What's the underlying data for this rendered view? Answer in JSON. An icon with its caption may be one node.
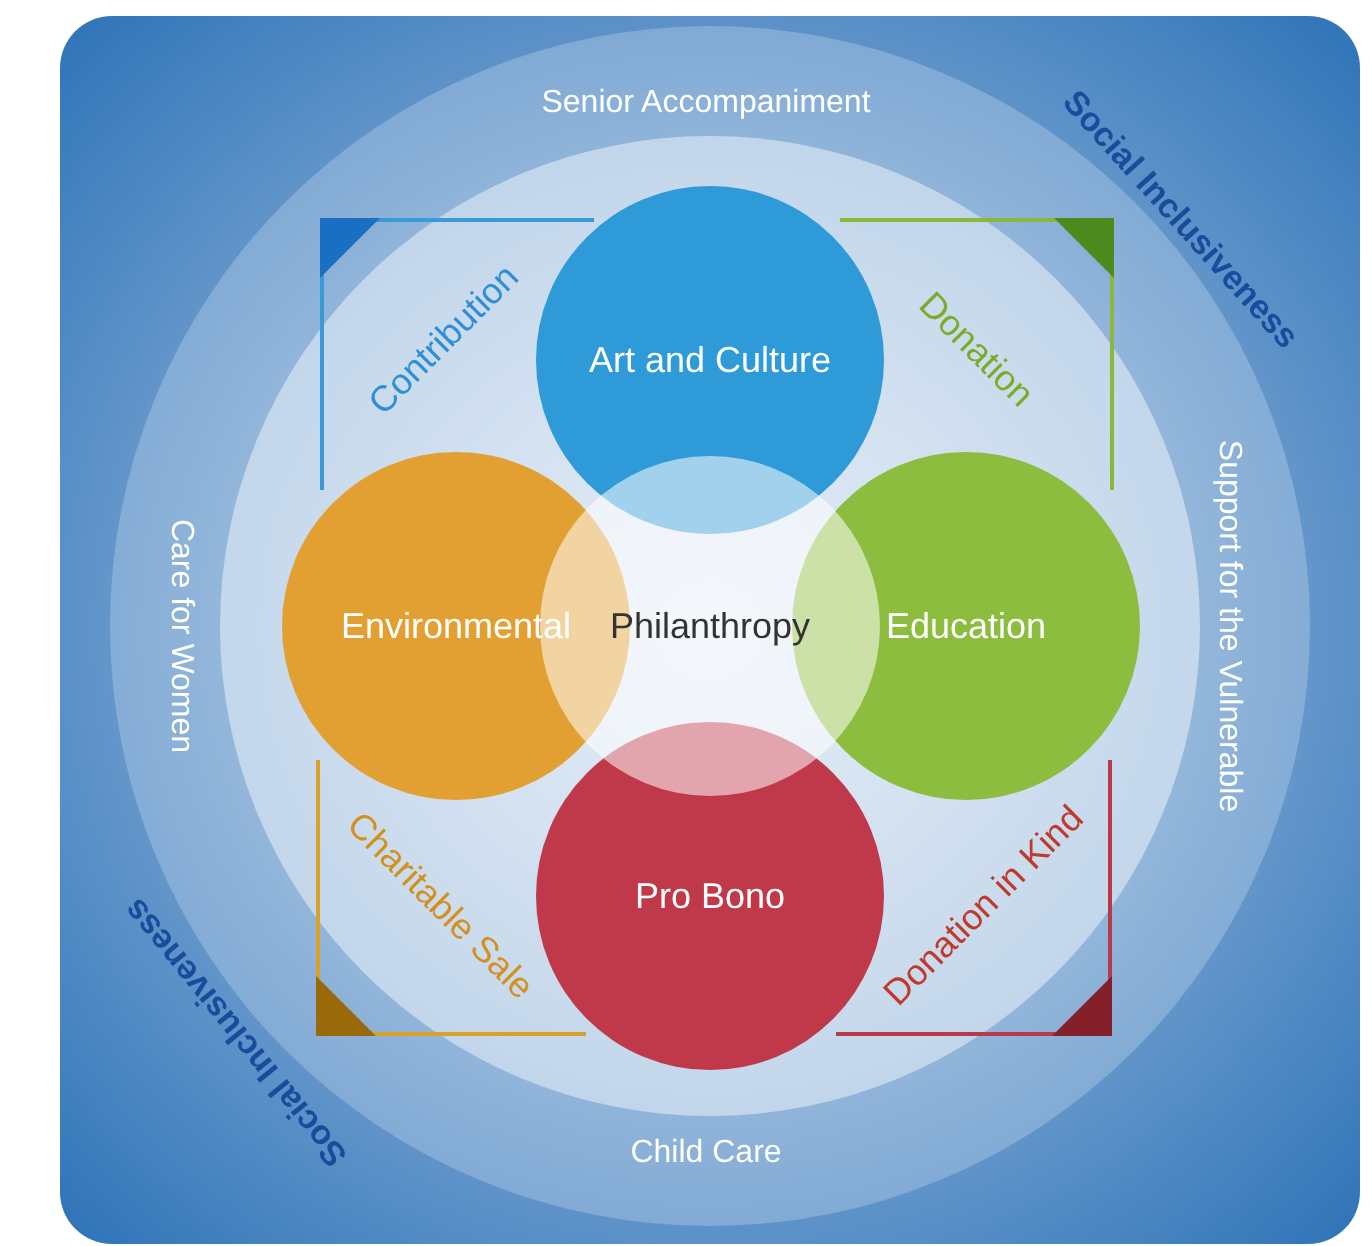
{
  "diagram": {
    "nodes": [
      {
        "text": [
          "Art and Culture"
        ]
      },
      {
        "text": [
          "Environmental"
        ]
      },
      {
        "text": [
          "Philanthropy"
        ]
      },
      {
        "text": [
          "Education"
        ]
      },
      {
        "text": [
          "Pro Bono"
        ]
      }
    ],
    "labels": [
      "Senior Accompaniment",
      "Social Inclusiveness",
      "Contribution",
      "Donation",
      "Care for Women",
      "Support for the Vulnerable",
      "Charitable Sale",
      "Donation in Kind",
      "Social Inclusiveness",
      "Child Care"
    ]
  }
}
